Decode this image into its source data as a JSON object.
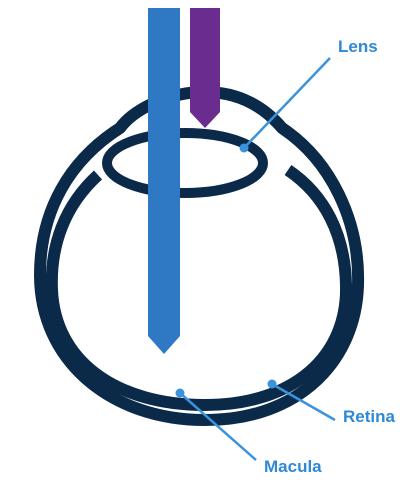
{
  "labels": {
    "lens": "Lens",
    "retina": "Retina",
    "macula": "Macula"
  },
  "colors": {
    "outline": "#0b2a4a",
    "probe_blue": "#2f78c4",
    "probe_purple": "#6a2d8f",
    "label": "#2f89d6",
    "leader": "#3a93dc"
  }
}
